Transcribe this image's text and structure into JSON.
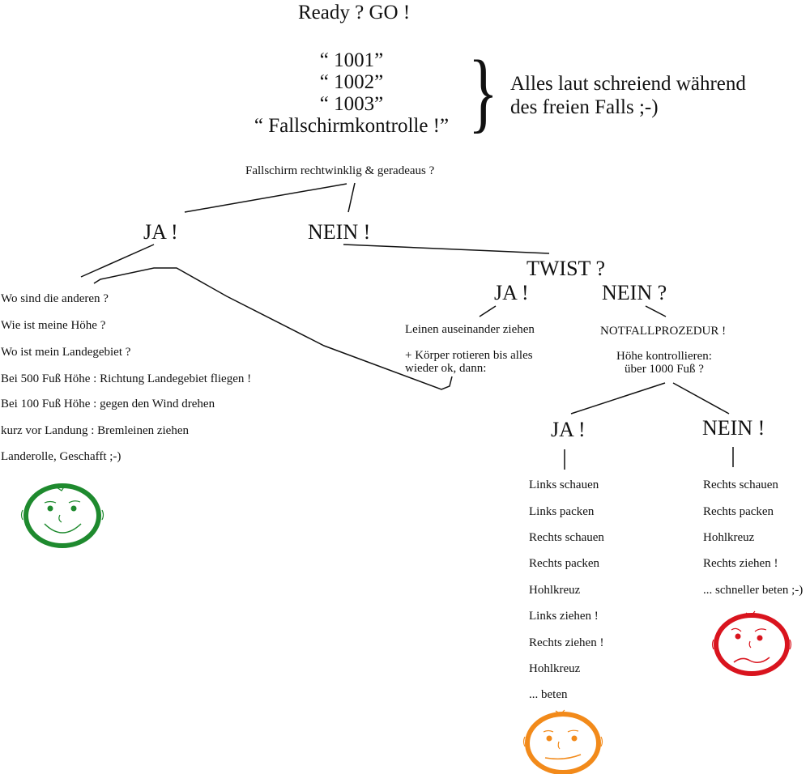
{
  "header": {
    "title": "Ready ? GO !",
    "countdown": [
      "“ 1001”",
      "“ 1002”",
      "“ 1003”",
      "“ Fallschirmkontrolle !”"
    ],
    "brace": "}",
    "note_lines": [
      "Alles laut schreiend während",
      "des freien Falls ;-)"
    ]
  },
  "root": {
    "question": "Fallschirm rechtwinklig & geradeaus ?",
    "yes_label": "JA !",
    "no_label": "NEIN !"
  },
  "yes_branch": {
    "steps": [
      "Wo sind die anderen ?",
      "Wie ist meine Höhe ?",
      "Wo ist mein Landegebiet ?",
      "Bei 500 Fuß Höhe : Richtung Landegebiet fliegen !",
      "Bei 100 Fuß Höhe : gegen den Wind drehen",
      "kurz vor Landung : Bremleinen ziehen",
      "Landerolle, Geschafft ;-)"
    ],
    "face": {
      "mood": "happy",
      "color": "#1e8a2e"
    }
  },
  "twist": {
    "question": "TWIST ?",
    "yes_label": "JA !",
    "no_label": "NEIN ?",
    "yes_text": [
      "Leinen auseinander ziehen",
      "+ Körper rotieren bis alles",
      "wieder ok, dann:"
    ],
    "no_title": "NOTFALLPROZEDUR !",
    "no_question": [
      "Höhe kontrollieren:",
      "über 1000 Fuß ?"
    ]
  },
  "altitude": {
    "yes_label": "JA !",
    "no_label": "NEIN !",
    "yes_steps": [
      "Links schauen",
      "Links packen",
      "Rechts schauen",
      "Rechts packen",
      "Hohlkreuz",
      "Links ziehen !",
      "Rechts ziehen !",
      "Hohlkreuz",
      "... beten"
    ],
    "no_steps": [
      "Rechts schauen",
      "Rechts packen",
      "Hohlkreuz",
      "Rechts ziehen !",
      "... schneller beten ;-)"
    ],
    "yes_face": {
      "mood": "worried-smile",
      "color": "#f28a1a"
    },
    "no_face": {
      "mood": "worried",
      "color": "#d9141e"
    }
  }
}
